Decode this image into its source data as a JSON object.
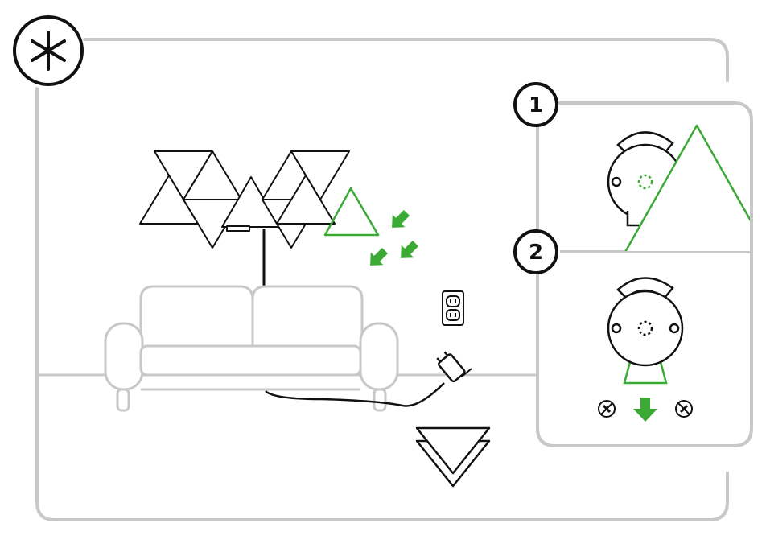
{
  "badges": {
    "main": "∗",
    "step1": "1",
    "step2": "2"
  },
  "colors": {
    "frame": "#c8c8c8",
    "ink": "#111111",
    "accent_green": "#3aaa35",
    "sofa": "#c8c8c8",
    "background": "#ffffff"
  },
  "icons": [
    "asterisk-icon",
    "triangle-light-panels",
    "green-triangle-panel",
    "green-arrow-icons",
    "power-outlet-icon",
    "power-adapter-icon",
    "sofa-illustration",
    "stacked-triangles-icon",
    "mounting-plate-icon",
    "screw-icon",
    "down-arrow-icon"
  ]
}
